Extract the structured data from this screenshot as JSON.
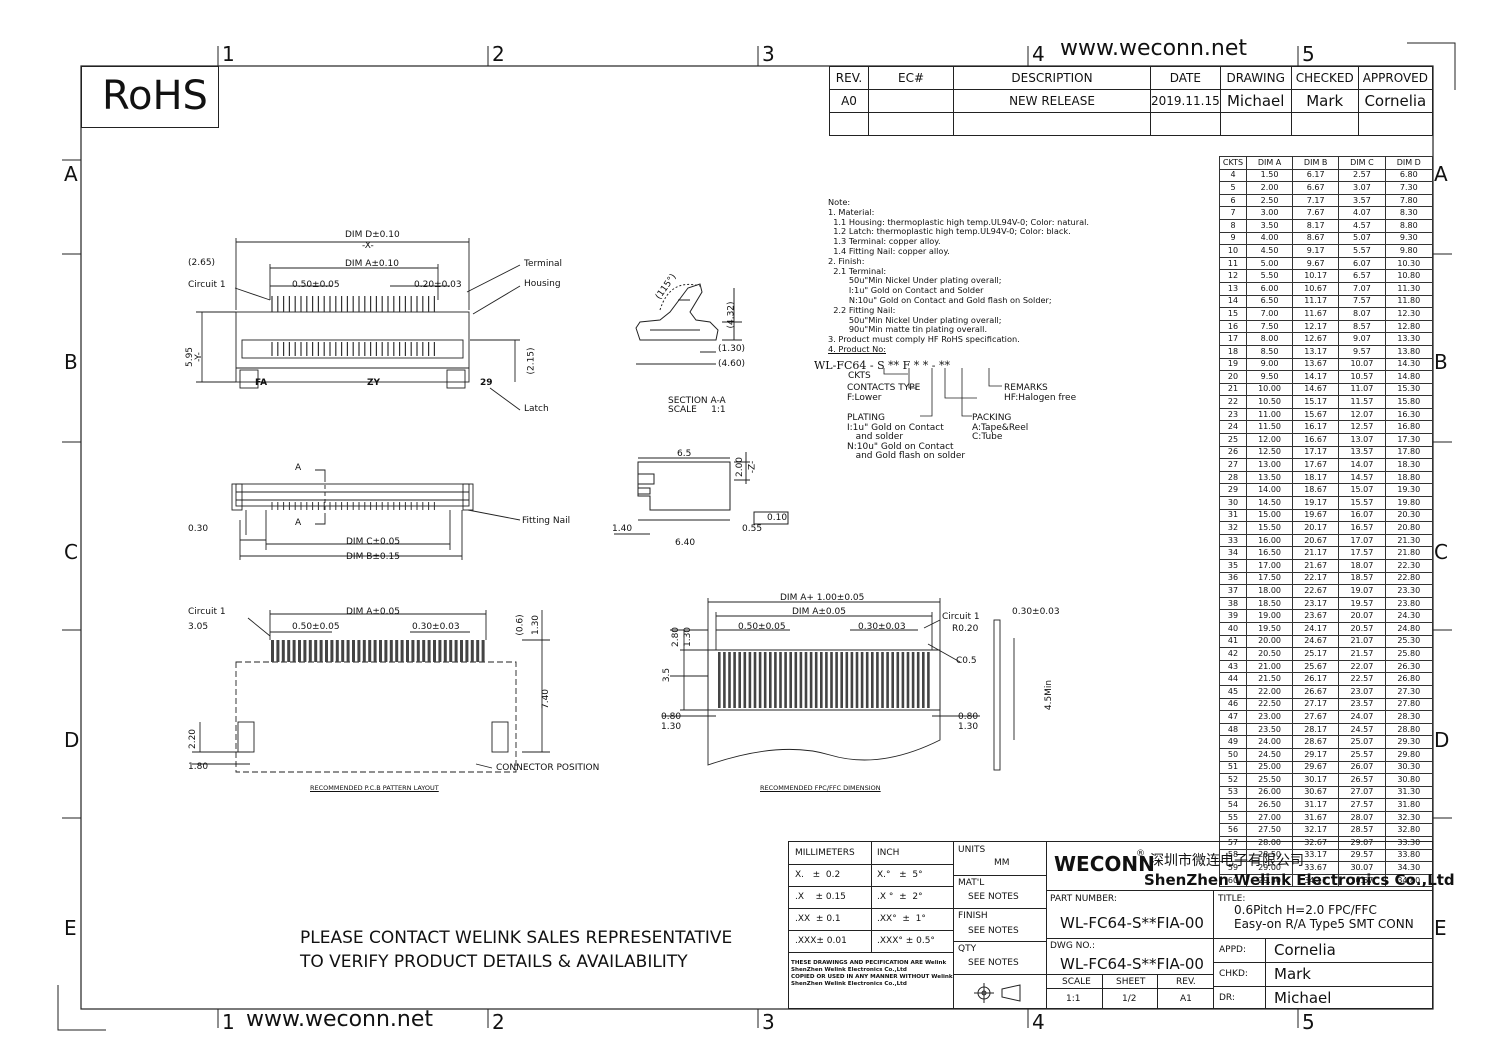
{
  "website": "www.weconn.net",
  "rohs_label": "RoHS",
  "zones": {
    "columns": [
      "1",
      "2",
      "3",
      "4",
      "5"
    ],
    "rows": [
      "A",
      "B",
      "C",
      "D",
      "E"
    ]
  },
  "revision_table": {
    "headers": [
      "REV.",
      "EC#",
      "DESCRIPTION",
      "DATE",
      "DRAWING",
      "CHECKED",
      "APPROVED"
    ],
    "row": [
      "A0",
      "",
      "NEW RELEASE",
      "2019.11.15",
      "Michael",
      "Mark",
      "Cornelia"
    ]
  },
  "notes": {
    "title": "Note:",
    "lines": [
      "1. Material:",
      "  1.1 Housing: thermoplastic high temp.UL94V-0; Color: natural.",
      "  1.2 Latch: thermoplastic high temp.UL94V-0; Color: black.",
      "  1.3 Terminal: copper alloy.",
      "  1.4 Fitting Nail: copper alloy.",
      "2. Finish:",
      "  2.1 Terminal:",
      "        50u\"Min Nickel Under plating overall;",
      "        I:1u\" Gold on Contact and Solder",
      "        N:10u\" Gold on Contact and Gold flash on Solder;",
      "  2.2 Fitting Nail:",
      "        50u\"Min Nickel Under plating overall;",
      "        90u\"Min matte tin plating overall.",
      "3. Product must comply HF RoHS specification.",
      "4. Product No:"
    ]
  },
  "product_no": {
    "code": "WL-FC64 - S   **    F   * * - **",
    "ckts": "CKTS",
    "contacts_type": "CONTACTS TYPE",
    "contacts_type_value": "F:Lower",
    "remarks": "REMARKS",
    "remarks_value": "HF:Halogen free",
    "plating": "PLATING",
    "plating_1": "I:1u\" Gold on Contact",
    "plating_2": "   and solder",
    "plating_3": "N:10u\" Gold on Contact",
    "plating_4": "   and Gold flash on solder",
    "packing": "PACKING",
    "packing_1": "A:Tape&Reel",
    "packing_2": "C:Tube"
  },
  "dims_table": {
    "headers": [
      "CKTS",
      "DIM A",
      "DIM B",
      "DIM C",
      "DIM D"
    ],
    "rows": [
      [
        "4",
        "1.50",
        "6.17",
        "2.57",
        "6.80"
      ],
      [
        "5",
        "2.00",
        "6.67",
        "3.07",
        "7.30"
      ],
      [
        "6",
        "2.50",
        "7.17",
        "3.57",
        "7.80"
      ],
      [
        "7",
        "3.00",
        "7.67",
        "4.07",
        "8.30"
      ],
      [
        "8",
        "3.50",
        "8.17",
        "4.57",
        "8.80"
      ],
      [
        "9",
        "4.00",
        "8.67",
        "5.07",
        "9.30"
      ],
      [
        "10",
        "4.50",
        "9.17",
        "5.57",
        "9.80"
      ],
      [
        "11",
        "5.00",
        "9.67",
        "6.07",
        "10.30"
      ],
      [
        "12",
        "5.50",
        "10.17",
        "6.57",
        "10.80"
      ],
      [
        "13",
        "6.00",
        "10.67",
        "7.07",
        "11.30"
      ],
      [
        "14",
        "6.50",
        "11.17",
        "7.57",
        "11.80"
      ],
      [
        "15",
        "7.00",
        "11.67",
        "8.07",
        "12.30"
      ],
      [
        "16",
        "7.50",
        "12.17",
        "8.57",
        "12.80"
      ],
      [
        "17",
        "8.00",
        "12.67",
        "9.07",
        "13.30"
      ],
      [
        "18",
        "8.50",
        "13.17",
        "9.57",
        "13.80"
      ],
      [
        "19",
        "9.00",
        "13.67",
        "10.07",
        "14.30"
      ],
      [
        "20",
        "9.50",
        "14.17",
        "10.57",
        "14.80"
      ],
      [
        "21",
        "10.00",
        "14.67",
        "11.07",
        "15.30"
      ],
      [
        "22",
        "10.50",
        "15.17",
        "11.57",
        "15.80"
      ],
      [
        "23",
        "11.00",
        "15.67",
        "12.07",
        "16.30"
      ],
      [
        "24",
        "11.50",
        "16.17",
        "12.57",
        "16.80"
      ],
      [
        "25",
        "12.00",
        "16.67",
        "13.07",
        "17.30"
      ],
      [
        "26",
        "12.50",
        "17.17",
        "13.57",
        "17.80"
      ],
      [
        "27",
        "13.00",
        "17.67",
        "14.07",
        "18.30"
      ],
      [
        "28",
        "13.50",
        "18.17",
        "14.57",
        "18.80"
      ],
      [
        "29",
        "14.00",
        "18.67",
        "15.07",
        "19.30"
      ],
      [
        "30",
        "14.50",
        "19.17",
        "15.57",
        "19.80"
      ],
      [
        "31",
        "15.00",
        "19.67",
        "16.07",
        "20.30"
      ],
      [
        "32",
        "15.50",
        "20.17",
        "16.57",
        "20.80"
      ],
      [
        "33",
        "16.00",
        "20.67",
        "17.07",
        "21.30"
      ],
      [
        "34",
        "16.50",
        "21.17",
        "17.57",
        "21.80"
      ],
      [
        "35",
        "17.00",
        "21.67",
        "18.07",
        "22.30"
      ],
      [
        "36",
        "17.50",
        "22.17",
        "18.57",
        "22.80"
      ],
      [
        "37",
        "18.00",
        "22.67",
        "19.07",
        "23.30"
      ],
      [
        "38",
        "18.50",
        "23.17",
        "19.57",
        "23.80"
      ],
      [
        "39",
        "19.00",
        "23.67",
        "20.07",
        "24.30"
      ],
      [
        "40",
        "19.50",
        "24.17",
        "20.57",
        "24.80"
      ],
      [
        "41",
        "20.00",
        "24.67",
        "21.07",
        "25.30"
      ],
      [
        "42",
        "20.50",
        "25.17",
        "21.57",
        "25.80"
      ],
      [
        "43",
        "21.00",
        "25.67",
        "22.07",
        "26.30"
      ],
      [
        "44",
        "21.50",
        "26.17",
        "22.57",
        "26.80"
      ],
      [
        "45",
        "22.00",
        "26.67",
        "23.07",
        "27.30"
      ],
      [
        "46",
        "22.50",
        "27.17",
        "23.57",
        "27.80"
      ],
      [
        "47",
        "23.00",
        "27.67",
        "24.07",
        "28.30"
      ],
      [
        "48",
        "23.50",
        "28.17",
        "24.57",
        "28.80"
      ],
      [
        "49",
        "24.00",
        "28.67",
        "25.07",
        "29.30"
      ],
      [
        "50",
        "24.50",
        "29.17",
        "25.57",
        "29.80"
      ],
      [
        "51",
        "25.00",
        "29.67",
        "26.07",
        "30.30"
      ],
      [
        "52",
        "25.50",
        "30.17",
        "26.57",
        "30.80"
      ],
      [
        "53",
        "26.00",
        "30.67",
        "27.07",
        "31.30"
      ],
      [
        "54",
        "26.50",
        "31.17",
        "27.57",
        "31.80"
      ],
      [
        "55",
        "27.00",
        "31.67",
        "28.07",
        "32.30"
      ],
      [
        "56",
        "27.50",
        "32.17",
        "28.57",
        "32.80"
      ],
      [
        "57",
        "28.00",
        "32.67",
        "29.07",
        "33.30"
      ],
      [
        "58",
        "28.50",
        "33.17",
        "29.57",
        "33.80"
      ],
      [
        "59",
        "29.00",
        "33.67",
        "30.07",
        "34.30"
      ],
      [
        "60",
        "29.50",
        "34.17",
        "30.57",
        "34.80"
      ]
    ]
  },
  "views": {
    "top": {
      "dim_d": "DIM  D±0.10",
      "x_mark": "-X-",
      "dim_a": "DIM  A±0.10",
      "ref_265": "(2.65)",
      "pitch": "0.50±0.05",
      "tol": "0.20±0.03",
      "circuit1": "Circuit 1",
      "terminal": "Terminal",
      "housing": "Housing",
      "latch": "Latch",
      "h595": "5.95",
      "y_mark": "-Y-",
      "h215": "(2.15)",
      "fa": "FA",
      "zy": "ZY",
      "num": "29"
    },
    "section": {
      "angle": "(115°)",
      "h432": "(4.32)",
      "w130": "(1.30)",
      "w460": "(4.60)",
      "title": "SECTION  A-A",
      "scale": "SCALE     1:1"
    },
    "front": {
      "a_mark": "A",
      "w030": "0.30",
      "dim_c": "DIM  C±0.05",
      "dim_b": "DIM  B±0.15",
      "fitting_nail": "Fitting Nail"
    },
    "side": {
      "w65": "6.5",
      "h200": "2.00",
      "z_mark": "-Z-",
      "flat": "0.10",
      "w140": "1.40",
      "w640": "6.40",
      "w055": "0.55"
    },
    "pcb": {
      "circuit1": "Circuit 1",
      "dim_a": "DIM  A±0.05",
      "w305": "3.05",
      "pitch": "0.50±0.05",
      "tol": "0.30±0.03",
      "h06": "(0.6)",
      "h130": "1.30",
      "h740": "7.40",
      "h220": "2.20",
      "w180": "1.80",
      "connector_position": "CONNECTOR POSITION",
      "title": "RECOMMENDED P.C.B PATTERN LAYOUT"
    },
    "ffc": {
      "dim_a1": "DIM  A+ 1.00±0.05",
      "dim_a": "DIM  A±0.05",
      "pitch": "0.50±0.05",
      "tol": "0.30±0.03",
      "circuit1": "Circuit 1",
      "r020": "R0.20",
      "c05": "C0.5",
      "h280": "2.80",
      "h130": "1.30",
      "h35": "3.5",
      "w080l": "0.80",
      "w130l": "1.30",
      "w080r": "0.80",
      "w130r": "1.30",
      "h45": "4.5Min",
      "t030": "0.30±0.03",
      "title": "RECOMMENDED FPC/FFC DIMENSION"
    }
  },
  "tolerances": {
    "mm_header": "MILLIMETERS",
    "inch_header": "INCH",
    "mm": [
      "X.   ±  0.2",
      ".X    ± 0.15",
      ".XX  ± 0.1",
      ".XXX± 0.01"
    ],
    "inch": [
      "X.°   ±  5°",
      ".X °  ±  2°",
      ".XX°  ±  1°",
      ".XXX° ± 0.5°"
    ],
    "notice": [
      "THESE DRAWINGS AND PECIFICATION  ARE Welink",
      "ShenZhen Welink Electronics Co.,Ltd",
      "COPIED OR USED IN ANY MANNER WITHOUT Welink",
      "ShenZhen Welink Electronics Co.,Ltd"
    ]
  },
  "title_block": {
    "units_label": "UNITS",
    "units_value": "MM",
    "mat_label": "MAT'L",
    "mat_value": "SEE NOTES",
    "finish_label": "FINISH",
    "finish_value": "SEE NOTES",
    "qty_label": "QTY",
    "qty_value": "SEE NOTES",
    "company_logo": "WECONN",
    "company_cn": "深圳市微连电子有限公司",
    "company_en": "ShenZhen Welink Electronics Co.,Ltd",
    "part_number_label": "PART NUMBER:",
    "part_number": "WL-FC64-S**FIA-00",
    "title_label": "TITLE:",
    "title_1": "0.6Pitch H=2.0 FPC/FFC",
    "title_2": "Easy-on R/A Type5 SMT CONN",
    "dwg_label": "DWG NO.:",
    "dwg_no": "WL-FC64-S**FIA-00",
    "appd_label": "APPD:",
    "appd": "Cornelia",
    "chkd_label": "CHKD:",
    "chkd": "Mark",
    "dr_label": "DR:",
    "dr": "Michael",
    "scale_label": "SCALE",
    "scale": "1:1",
    "sheet_label": "SHEET",
    "sheet": "1/2",
    "rev_label": "REV.",
    "rev": "A1"
  },
  "contact_notice": [
    "PLEASE CONTACT WELINK SALES REPRESENTATIVE",
    "TO VERIFY PRODUCT DETAILS & AVAILABILITY"
  ]
}
